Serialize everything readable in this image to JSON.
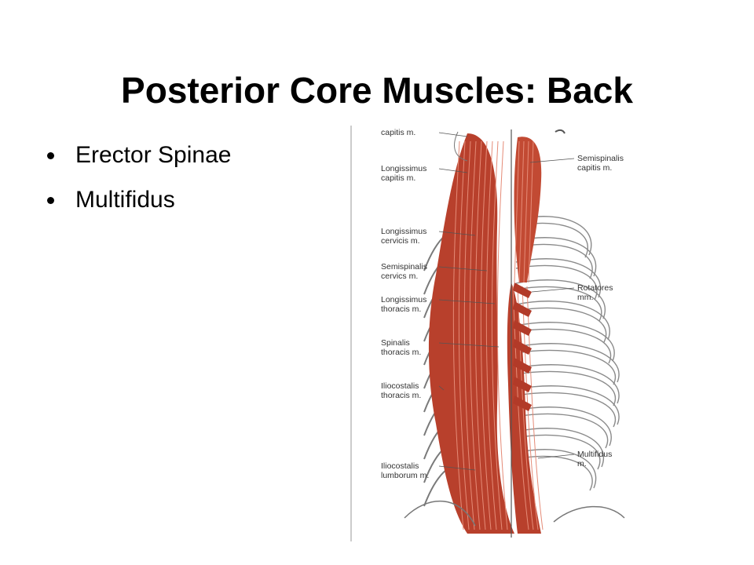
{
  "slide": {
    "title": "Posterior Core Muscles: Back",
    "bullets": [
      "Erector Spinae",
      "Multifidus"
    ]
  },
  "figure": {
    "labels_left": [
      [
        "capitis m."
      ],
      [
        "Longissimus",
        "capitis m."
      ],
      [
        "Longissimus",
        "cervicis m."
      ],
      [
        "Semispinalis",
        "cervics m."
      ],
      [
        "Longissimus",
        "thoracis m."
      ],
      [
        "Spinalis",
        "thoracis m."
      ],
      [
        "Iliocostalis",
        "thoracis m."
      ],
      [
        "Iliocostalis",
        "lumborum m."
      ]
    ],
    "labels_right": [
      [
        "Semispinalis",
        "capitis m."
      ],
      [
        "Rotatores",
        "mm."
      ],
      [
        "Multifidus",
        "m."
      ]
    ],
    "colors": {
      "muscle": "#b8402c",
      "muscle_light": "#d9634c",
      "bone_line": "#777777"
    }
  }
}
